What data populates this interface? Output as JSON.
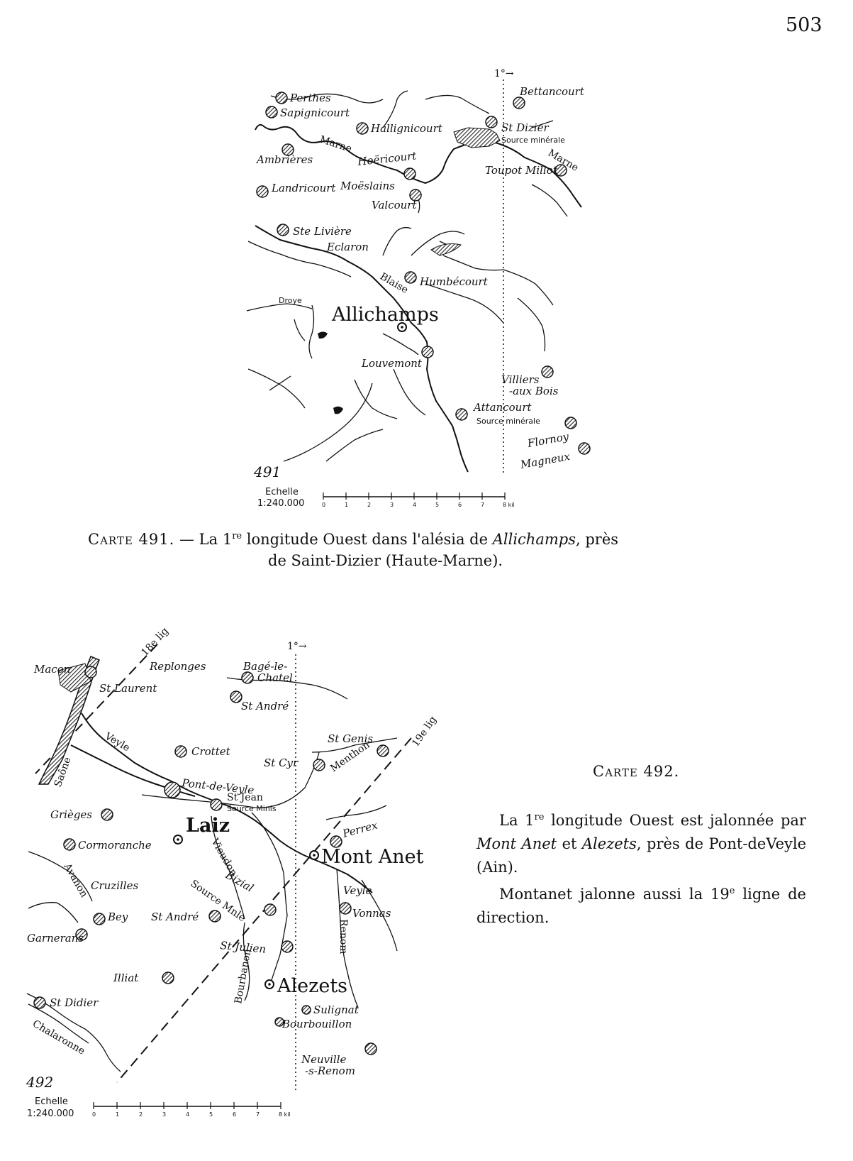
{
  "page_number": "503",
  "map491": {
    "number": "491",
    "meridian": "1°→",
    "scale": {
      "word": "Echelle",
      "ratio": "1:240.000",
      "ticks": [
        "0",
        "1",
        "2",
        "3",
        "4",
        "5",
        "6",
        "7",
        "8 kil"
      ]
    },
    "places": {
      "perthes": "Perthes",
      "sapignicourt": "Sapignicourt",
      "hallignicourt": "Hallignicourt",
      "bettancourt": "Bettancourt",
      "st_dizier": "St Dizier",
      "source_minerale_1": "Source minérale",
      "marne_w": "Marne",
      "marne_e": "Marne",
      "ambrieres": "Ambrières",
      "hoericourt": "Hoëricourt",
      "toupot_millot": "Toupot Millot",
      "landricourt": "Landricourt",
      "moeslains": "Moëslains",
      "valcourt": "Valcourt",
      "ste_liviere": "Ste Livière",
      "eclaron": "Eclaron",
      "blaise": "Blaise",
      "humbecourt": "Humbécourt",
      "droye": "Droye",
      "allichamps": "Allichamps",
      "louvemont": "Louvemont",
      "villiers": "Villiers",
      "aux_bois": "-aux Bois",
      "attancourt": "Attancourt",
      "source_minerale_2": "Source minérale",
      "flornoy": "Flornoy",
      "magneux": "Magneux"
    }
  },
  "caption491": {
    "carte": "Carte 491.",
    "line1_a": " — La 1",
    "sup": "re",
    "line1_b": " longitude Ouest dans l'alésia de ",
    "place": "Allichamps",
    "line1_c": ", près",
    "line2": "de Saint-Dizier (Haute-Marne)."
  },
  "map492": {
    "number": "492",
    "meridian": "1°→",
    "line18": "18e lig",
    "line19": "19e lig",
    "scale": {
      "word": "Echelle",
      "ratio": "1:240.000",
      "ticks": [
        "0",
        "1",
        "2",
        "3",
        "4",
        "5",
        "6",
        "7",
        "8 kil"
      ]
    },
    "places": {
      "macon": "Macon",
      "st_laurent": "St Laurent",
      "replonges": "Replonges",
      "bage": "Bagé-le-",
      "chatel": "Chatel",
      "st_andre_n": "St André",
      "saone": "Saône",
      "veyle_w": "Veyle",
      "crottet": "Crottet",
      "st_cyr": "St Cyr",
      "st_genis": "St Genis",
      "menthon": "Menthon",
      "pont_de_veyle": "Pont-de-Veyle",
      "st_jean": "St Jean",
      "source_minls_1": "Source Minls",
      "grieges": "Grièges",
      "laiz": "Laiz",
      "cormoranche": "Cormoranche",
      "vieudon": "Vieudon",
      "perrex": "Perrex",
      "mont_anet": "Mont Anet",
      "avanon": "Avanon",
      "cruzilles": "Cruzilles",
      "source_minle_2": "Source Mnle",
      "bizial": "Bizial",
      "veyle_e": "Veyle",
      "vonnas": "Vonnas",
      "bey": "Bey",
      "st_andre_s": "St André",
      "garnerans": "Garnerans",
      "renom": "Renom",
      "st_julien": "St Julien",
      "bourbanon": "Bourbanon",
      "illiat": "Illiat",
      "alezets": "Alezets",
      "st_didier": "St Didier",
      "sulignat": "Sulignat",
      "bourbouillon": "Bourbouillon",
      "chalaronne": "Chalaronne",
      "neuville": "Neuville",
      "s_renom": "-s-Renom"
    }
  },
  "caption492": {
    "carte": "Carte 492.",
    "p1_a": "La 1",
    "p1_sup": "re",
    "p1_b": " longitude Ouest est jalonnée par ",
    "p1_place1": "Mont Anet",
    "p1_c": " et ",
    "p1_place2": "Alezets",
    "p1_d": ", près de Pont-deVeyle (Ain).",
    "p2_a": "Montanet jalonne aussi la 19",
    "p2_sup": "e",
    "p2_b": " ligne de direction."
  }
}
